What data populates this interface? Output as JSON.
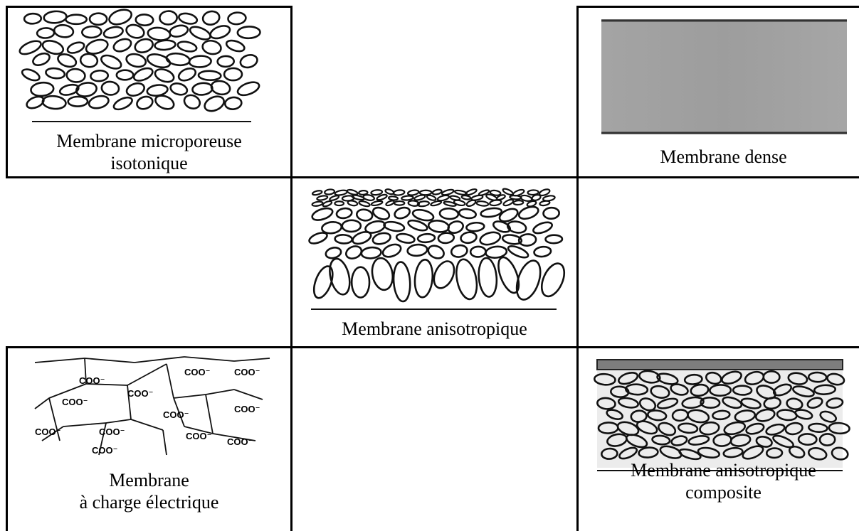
{
  "panels": {
    "microporous": {
      "caption_line1": "Membrane microporeuse",
      "caption_line2": "isotonique"
    },
    "dense": {
      "caption": "Membrane dense"
    },
    "anisotropic": {
      "caption": "Membrane anisotropique"
    },
    "charged": {
      "caption_line1": "Membrane",
      "caption_line2": "à charge électrique",
      "group_label": "COO⁻"
    },
    "composite": {
      "caption_line1": "Membrane anisotropique",
      "caption_line2": "composite"
    }
  }
}
